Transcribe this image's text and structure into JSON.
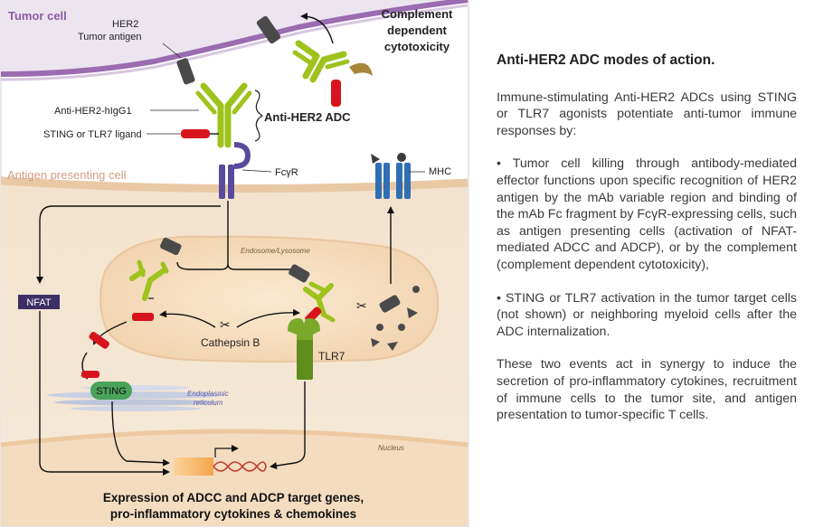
{
  "diagram": {
    "tumor_cell_label": "Tumor cell",
    "her2_label_line1": "HER2",
    "her2_label_line2": "Tumor antigen",
    "cdc_line1": "Complement",
    "cdc_line2": "dependent",
    "cdc_line3": "cytotoxicity",
    "antibody_label": "Anti-HER2-hIgG1",
    "ligand_label": "STING or TLR7 ligand",
    "adc_label": "Anti-HER2 ADC",
    "apc_label": "Antigen presenting cell",
    "fcgr_label": "FcγR",
    "mhc_label": "MHC",
    "endosome_label": "Endosome/Lysosome",
    "nfat_label": "NFAT",
    "cathepsin_label": "Cathepsin B",
    "tlr7_label": "TLR7",
    "sting_label": "STING",
    "er_label_line1": "Endoplasmic",
    "er_label_line2": "reticulum",
    "nucleus_label": "Nucleus",
    "expression_line1": "Expression of ADCC and ADCP target genes,",
    "expression_line2": "pro-inflammatory cytokines & chemokines",
    "colors": {
      "tumor_membrane": "#9b6cb0",
      "apc_membrane": "#e8c9a4",
      "antibody": "#9dc31c",
      "ligand": "#d7141d",
      "fcgr": "#5a4a9c",
      "mhc": "#2f6fb3",
      "tlr7": "#7aa92a",
      "nfat": "#3c2f66"
    }
  },
  "panel": {
    "title": "Anti-HER2 ADC modes of action.",
    "intro": "Immune-stimulating Anti-HER2 ADCs using STING or TLR7 agonists potentiate anti-tumor immune responses by:",
    "bullet1": "• Tumor cell killing through antibody-mediated effector functions upon specific recognition of HER2 antigen by the mAb variable region and binding of the mAb Fc fragment by FcγR-expressing cells, such as antigen presenting cells (activation of NFAT-mediated ADCC and ADCP), or by the complement (complement dependent cytotoxicity),",
    "bullet2": "• STING or TLR7 activation in the tumor target cells (not shown) or neighboring myeloid cells after the ADC internalization.",
    "closing": "These two events act in synergy to induce the secretion of pro-inflammatory cytokines, recruitment of immune cells to the tumor site, and antigen presentation to tumor-specific T cells."
  }
}
